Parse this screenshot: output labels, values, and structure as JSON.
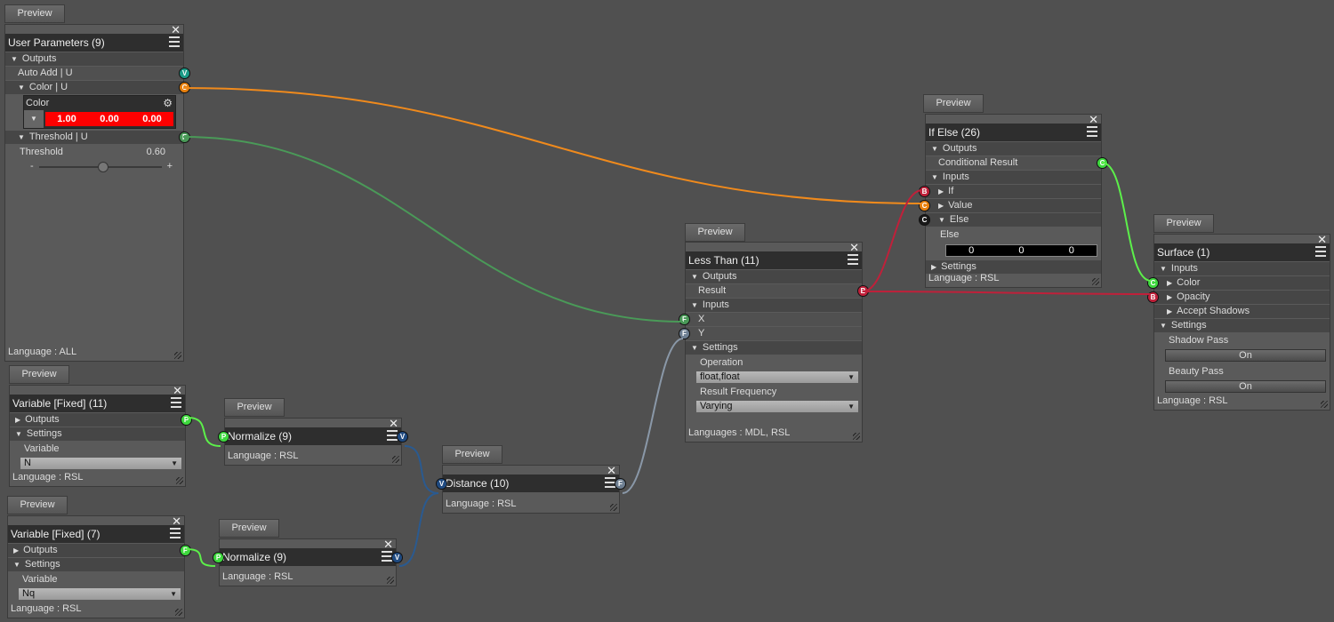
{
  "preview_label": "Preview",
  "nodes": [
    {
      "id": "user-params",
      "title": "User Parameters (9)",
      "footer": "Language : ALL",
      "rows": [
        {
          "kind": "sec",
          "label": "Outputs",
          "open": true
        },
        {
          "kind": "item",
          "label": "Auto Add  | U",
          "port": {
            "side": "out",
            "letter": "V",
            "color": "#1a9a86"
          }
        },
        {
          "kind": "sub",
          "label": "Color  | U",
          "open": true,
          "port": {
            "side": "out",
            "letter": "C",
            "color": "#e8800e"
          }
        },
        {
          "kind": "color",
          "label": "Color",
          "values": [
            "1.00",
            "0.00",
            "0.00"
          ],
          "icon": "gear-icon"
        },
        {
          "kind": "sub",
          "label": "Threshold  | U",
          "open": true,
          "port": {
            "side": "out",
            "letter": "F",
            "color": "#4a9a58"
          }
        },
        {
          "kind": "value",
          "label": "Threshold",
          "value": "0.60"
        },
        {
          "kind": "slider",
          "value": 0.6,
          "minus": "-",
          "plus": "+"
        }
      ]
    },
    {
      "id": "if-else",
      "title": "If Else (26)",
      "footer": "Language : RSL",
      "rows": [
        {
          "kind": "sec",
          "label": "Outputs",
          "open": true
        },
        {
          "kind": "item",
          "label": "Conditional Result",
          "port": {
            "side": "out",
            "letter": "C",
            "color": "#3ed83e"
          }
        },
        {
          "kind": "sec",
          "label": "Inputs",
          "open": true
        },
        {
          "kind": "sub",
          "label": "If",
          "open": false,
          "port": {
            "side": "in",
            "letter": "B",
            "color": "#c0203a"
          }
        },
        {
          "kind": "sub",
          "label": "Value",
          "open": false,
          "port": {
            "side": "in",
            "letter": "C",
            "color": "#e8800e"
          }
        },
        {
          "kind": "sub",
          "label": "Else",
          "open": true,
          "port": {
            "side": "in",
            "letter": "C",
            "color": "#1a1a1a"
          }
        },
        {
          "kind": "value",
          "label": "Else"
        },
        {
          "kind": "else",
          "values": [
            "0",
            "0",
            "0"
          ]
        },
        {
          "kind": "sec",
          "label": "Settings",
          "open": false
        }
      ]
    },
    {
      "id": "less-than",
      "title": "Less Than (11)",
      "footer": "Languages : MDL, RSL",
      "rows": [
        {
          "kind": "sec",
          "label": "Outputs",
          "open": true
        },
        {
          "kind": "item",
          "label": "Result",
          "port": {
            "side": "out",
            "letter": "B",
            "color": "#c0203a"
          }
        },
        {
          "kind": "sec",
          "label": "Inputs",
          "open": true
        },
        {
          "kind": "item",
          "label": "X",
          "port": {
            "side": "in",
            "letter": "F",
            "color": "#4a9a58"
          }
        },
        {
          "kind": "item",
          "label": "Y",
          "port": {
            "side": "in",
            "letter": "F",
            "color": "#6e7f92"
          }
        },
        {
          "kind": "sec",
          "label": "Settings",
          "open": true
        },
        {
          "kind": "value",
          "label": "Operation"
        },
        {
          "kind": "drop",
          "value": "float,float"
        },
        {
          "kind": "value",
          "label": "Result Frequency"
        },
        {
          "kind": "drop",
          "value": "Varying"
        }
      ]
    },
    {
      "id": "surface",
      "title": "Surface (1)",
      "footer": "Language : RSL",
      "rows": [
        {
          "kind": "sec",
          "label": "Inputs",
          "open": true
        },
        {
          "kind": "sub",
          "label": "Color",
          "open": false,
          "port": {
            "side": "in",
            "letter": "C",
            "color": "#3ed83e"
          }
        },
        {
          "kind": "sub",
          "label": "Opacity",
          "open": false,
          "port": {
            "side": "in",
            "letter": "B",
            "color": "#c0203a"
          }
        },
        {
          "kind": "sub",
          "label": "Accept Shadows",
          "open": false
        },
        {
          "kind": "sec",
          "label": "Settings",
          "open": true
        },
        {
          "kind": "value",
          "label": "Shadow Pass"
        },
        {
          "kind": "btn",
          "value": "On"
        },
        {
          "kind": "value",
          "label": "Beauty Pass"
        },
        {
          "kind": "btn",
          "value": "On"
        }
      ]
    },
    {
      "id": "variable-11",
      "title": "Variable [Fixed] (11)",
      "footer": "Language : RSL",
      "rows": [
        {
          "kind": "sec",
          "label": "Outputs",
          "open": false,
          "port": {
            "side": "out",
            "letter": "P",
            "color": "#3ed83e"
          }
        },
        {
          "kind": "sec",
          "label": "Settings",
          "open": true
        },
        {
          "kind": "value",
          "label": "Variable"
        },
        {
          "kind": "drop",
          "value": "N"
        }
      ]
    },
    {
      "id": "normalize-a",
      "title": "Normalize (9)",
      "footer": "Language : RSL",
      "rows": [],
      "in": {
        "letter": "P",
        "color": "#3ed83e"
      },
      "out": {
        "letter": "V",
        "color": "#1f4a80"
      }
    },
    {
      "id": "distance",
      "title": "Distance (10)",
      "footer": "Language : RSL",
      "rows": [],
      "in": {
        "letter": "V",
        "color": "#1f4a80"
      },
      "out": {
        "letter": "F",
        "color": "#6e7f92"
      }
    },
    {
      "id": "variable-7",
      "title": "Variable [Fixed] (7)",
      "footer": "Language : RSL",
      "rows": [
        {
          "kind": "sec",
          "label": "Outputs",
          "open": false,
          "port": {
            "side": "out",
            "letter": "P",
            "color": "#3ed83e"
          }
        },
        {
          "kind": "sec",
          "label": "Settings",
          "open": true
        },
        {
          "kind": "value",
          "label": "Variable"
        },
        {
          "kind": "drop",
          "value": "Nq"
        }
      ]
    },
    {
      "id": "normalize-b",
      "title": "Normalize (9)",
      "footer": "Language : RSL",
      "rows": [],
      "in": {
        "letter": "P",
        "color": "#3ed83e"
      },
      "out": {
        "letter": "V",
        "color": "#1f4a80"
      }
    }
  ],
  "wire_colors": {
    "orange": "#f08a1c",
    "green": "#4a9a58",
    "red": "#c0203a",
    "lime": "#5cf04a",
    "slate": "#8a98a8",
    "blue": "#2a5a90"
  }
}
